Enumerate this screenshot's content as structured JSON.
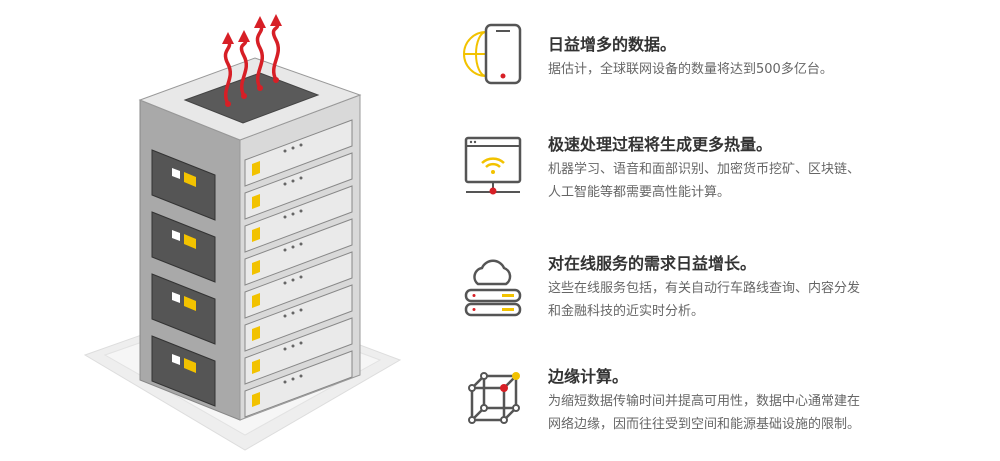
{
  "illustration": {
    "subject": "server-rack-with-heat"
  },
  "colors": {
    "accent_red": "#d71f26",
    "accent_yellow": "#f2c200",
    "text_title": "#333333",
    "text_body": "#666666"
  },
  "items": [
    {
      "icon": "smartphone-globe-icon",
      "title": "日益增多的数据。",
      "lines": [
        "据估计，全球联网设备的数量将达到500多亿台。"
      ]
    },
    {
      "icon": "browser-wifi-icon",
      "title": "极速处理过程将生成更多热量。",
      "lines": [
        "机器学习、语音和面部识别、加密货币挖矿、区块链、",
        "人工智能等都需要高性能计算。"
      ]
    },
    {
      "icon": "cloud-server-icon",
      "title": "对在线服务的需求日益增长。",
      "lines": [
        "这些在线服务包括，有关自动行车路线查询、内容分发",
        "和金融科技的近实时分析。"
      ]
    },
    {
      "icon": "cube-network-icon",
      "title": "边缘计算。",
      "lines": [
        "为缩短数据传输时间并提高可用性，数据中心通常建在",
        "网络边缘，因而往往受到空间和能源基础设施的限制。"
      ]
    }
  ]
}
